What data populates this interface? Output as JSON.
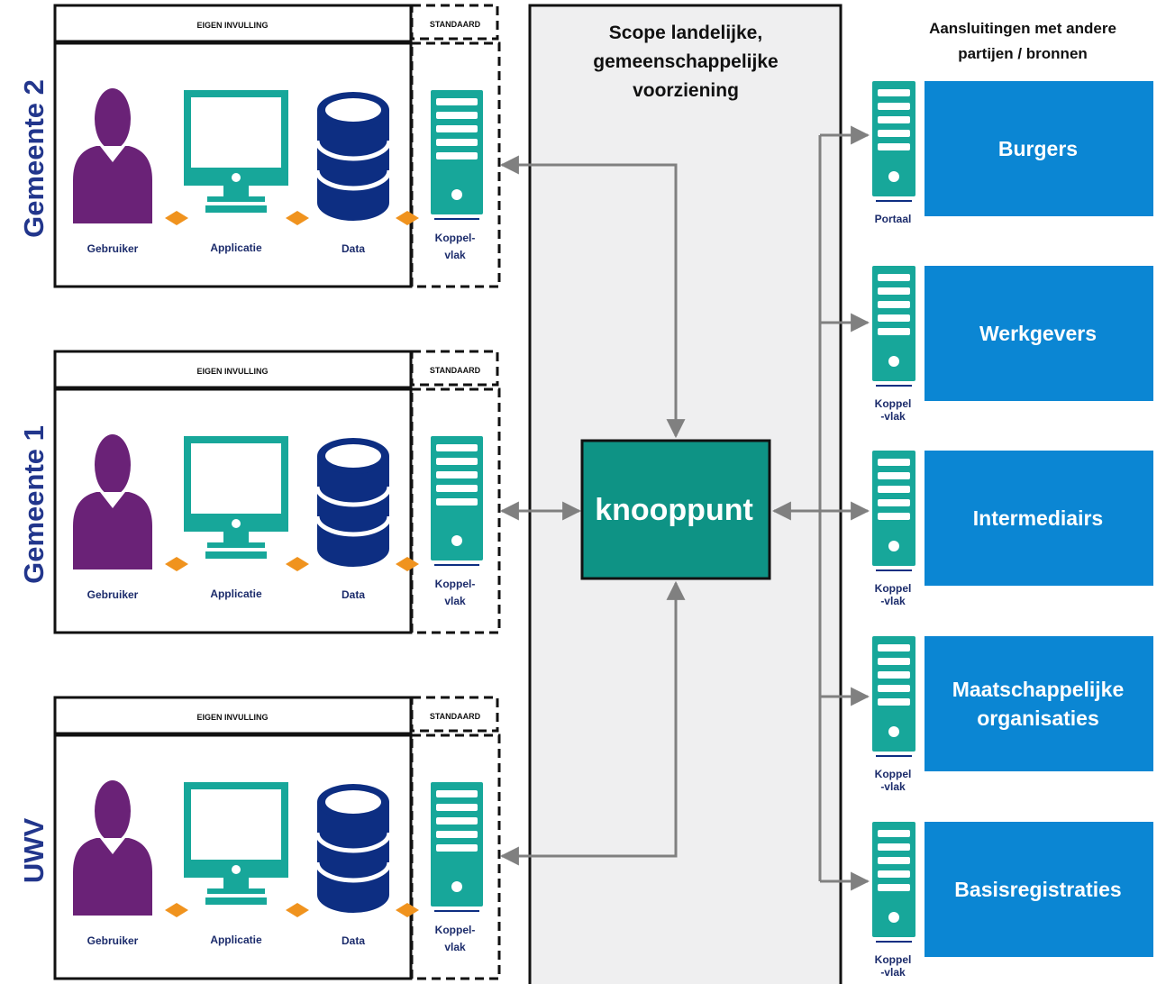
{
  "colors": {
    "user": "#6a2277",
    "application": "#17a79a",
    "data": "#0d2e82",
    "server": "#17a79a",
    "connector": "#f0931e",
    "party_box": "#0b86d3",
    "knooppunt": "#0e9385",
    "scope_panel": "#efeff0",
    "arrow": "#808080",
    "org_label": "#22368c"
  },
  "organisations": [
    {
      "name": "Gemeente 2",
      "header_own": "EIGEN INVULLING",
      "header_standard": "STANDAARD",
      "user_label": "Gebruiker",
      "application_label": "Applicatie",
      "data_label": "Data",
      "interface_label_1": "Koppel-",
      "interface_label_2": "vlak"
    },
    {
      "name": "Gemeente 1",
      "header_own": "EIGEN INVULLING",
      "header_standard": "STANDAARD",
      "user_label": "Gebruiker",
      "application_label": "Applicatie",
      "data_label": "Data",
      "interface_label_1": "Koppel-",
      "interface_label_2": "vlak"
    },
    {
      "name": "UWV",
      "header_own": "EIGEN INVULLING",
      "header_standard": "STANDAARD",
      "user_label": "Gebruiker",
      "application_label": "Applicatie",
      "data_label": "Data",
      "interface_label_1": "Koppel-",
      "interface_label_2": "vlak"
    }
  ],
  "scope": {
    "title_lines": [
      "Scope landelijke,",
      "gemeenschappelijke",
      "voorziening"
    ],
    "hub_label": "knooppunt"
  },
  "connections": {
    "title_lines": [
      "Aansluitingen met andere",
      "partijen / bronnen"
    ],
    "parties": [
      {
        "label_lines": [
          "Burgers"
        ],
        "interface_lines": [
          "Portaal"
        ]
      },
      {
        "label_lines": [
          "Werkgevers"
        ],
        "interface_lines": [
          "Koppel",
          "-vlak"
        ]
      },
      {
        "label_lines": [
          "Intermediairs"
        ],
        "interface_lines": [
          "Koppel",
          "-vlak"
        ]
      },
      {
        "label_lines": [
          "Maatschappelijke",
          "organisaties"
        ],
        "interface_lines": [
          "Koppel",
          "-vlak"
        ]
      },
      {
        "label_lines": [
          "Basisregistraties"
        ],
        "interface_lines": [
          "Koppel",
          "-vlak"
        ]
      }
    ]
  }
}
